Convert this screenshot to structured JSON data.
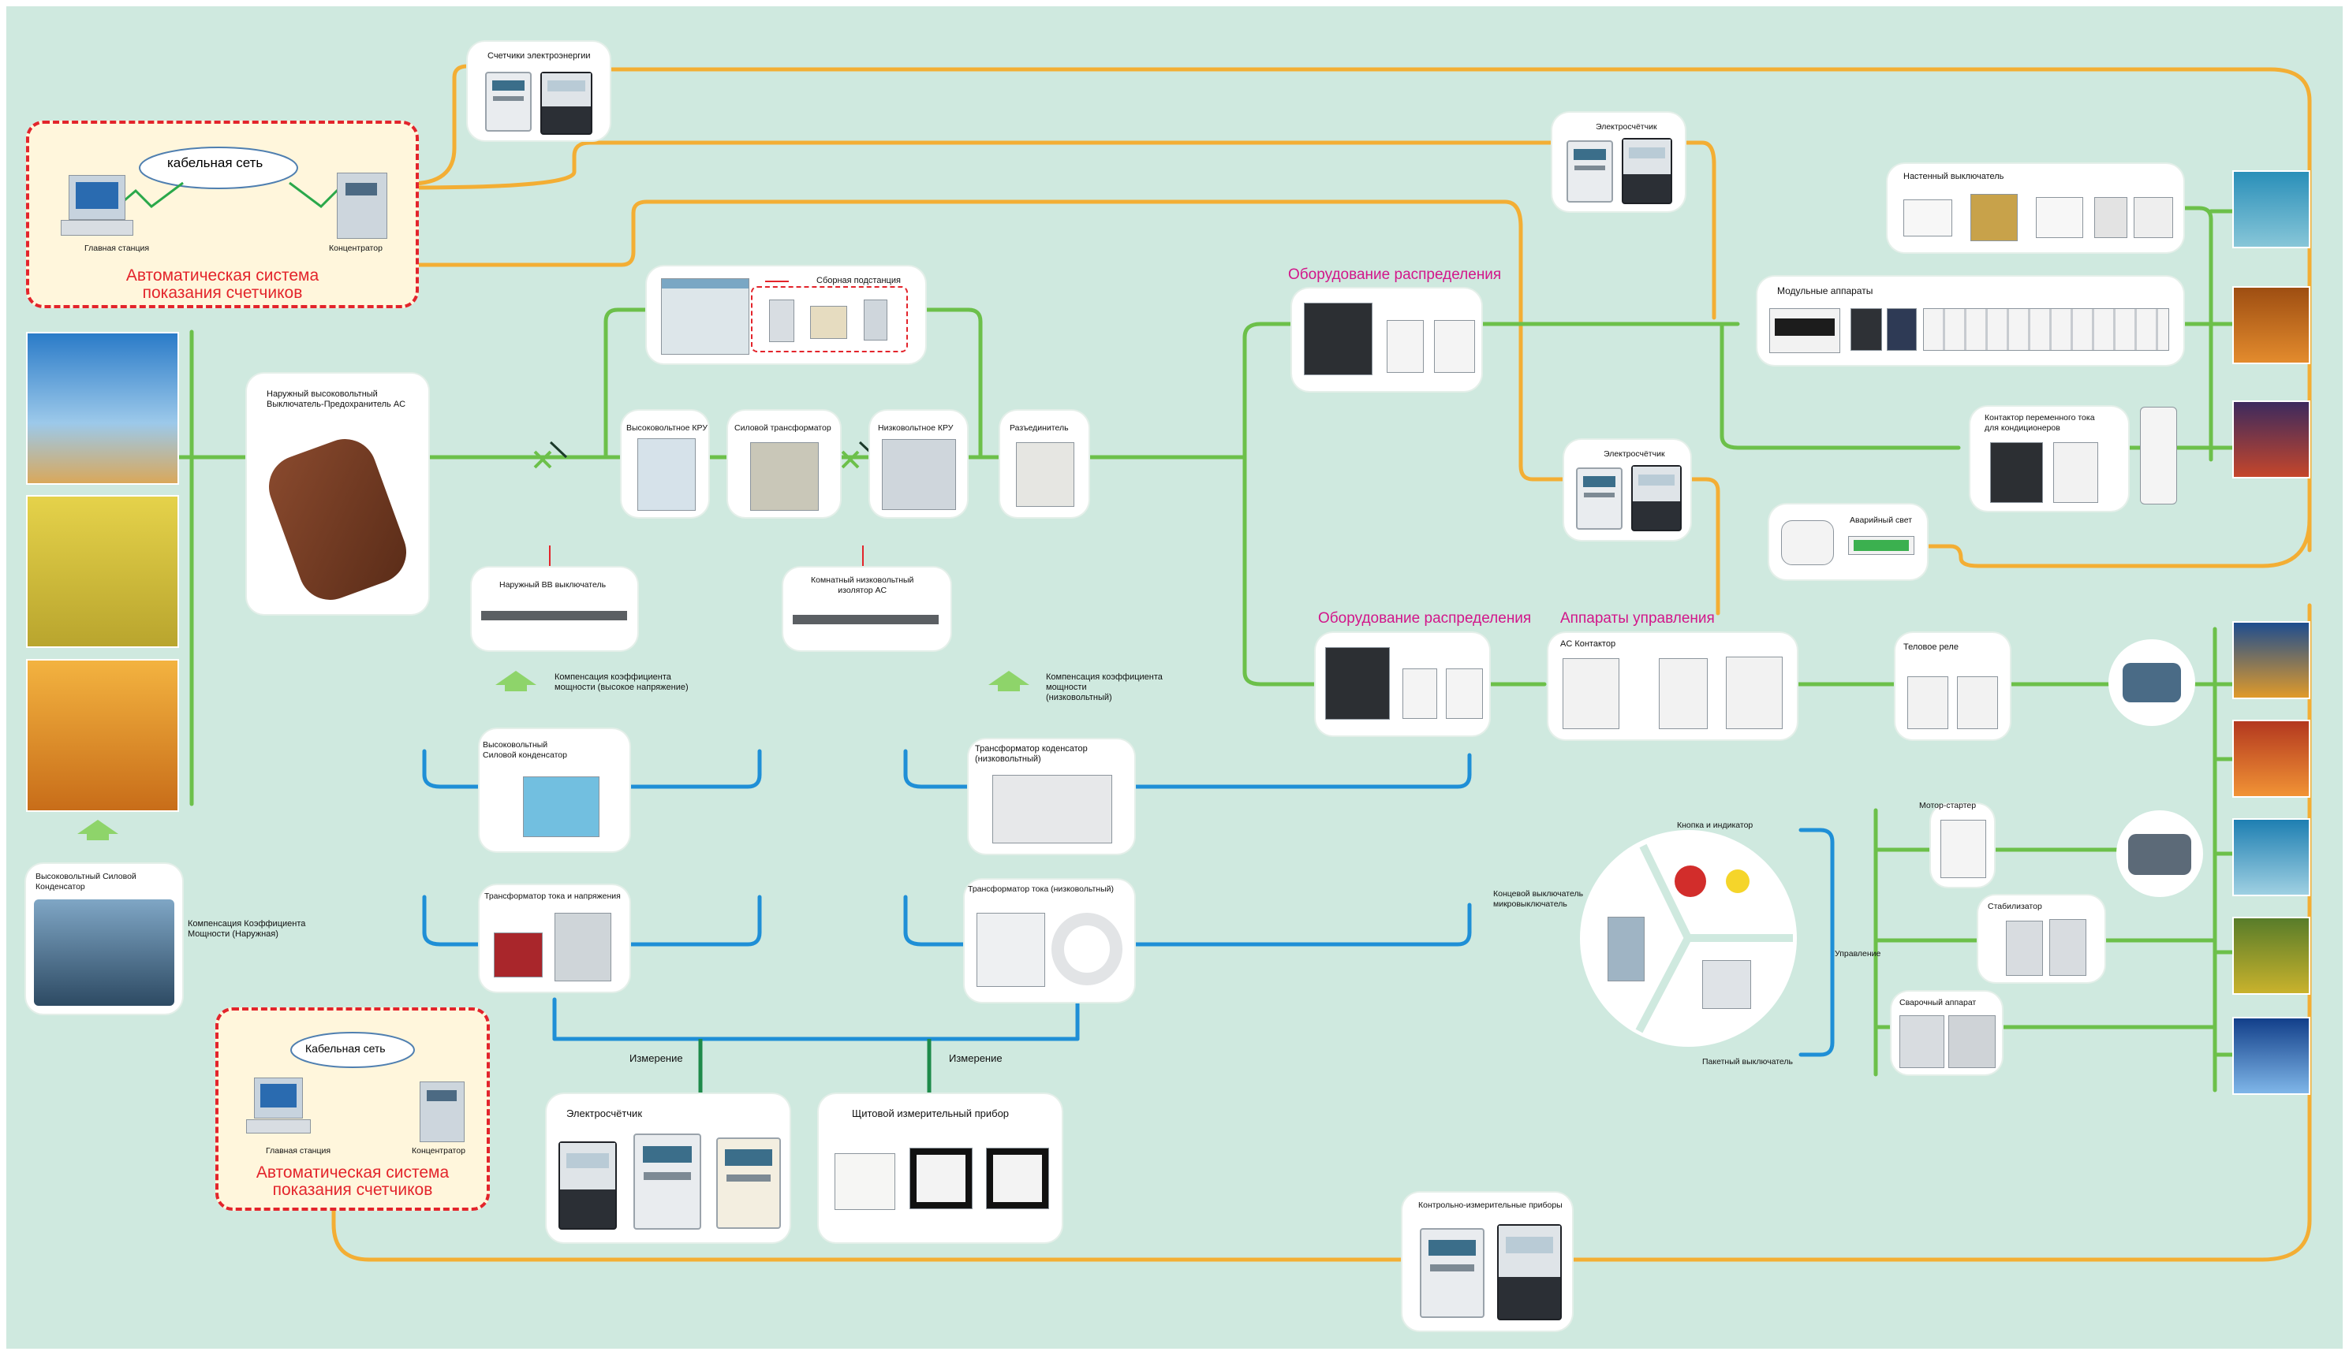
{
  "colors": {
    "background": "#cfe9df",
    "wire_green": "#6cc04a",
    "wire_blue": "#1f8fd6",
    "wire_orange": "#f3ae34",
    "heading_magenta": "#d2168a",
    "ams_red": "#e3242b"
  },
  "ams_top": {
    "cloud_label": "кабельная сеть",
    "station_label": "Главная станция",
    "concentrator_label": "Концентратор",
    "title_line1": "Автоматическая система",
    "title_line2": "показания счетчиков"
  },
  "ams_bottom": {
    "cloud_label": "Кабельная сеть",
    "station_label": "Главная станция",
    "concentrator_label": "Концентратор",
    "title_line1": "Автоматическая система",
    "title_line2": "показания счетчиков"
  },
  "labels": {
    "energy_meters_top": "Счетчики электроэнергии",
    "elektro_meter_1": "Электросчётчик",
    "elektro_meter_2": "Электросчётчик",
    "prefab_substation": "Сборная подстанция",
    "hv_switch_fuse": "Наружный высоковольтный\nВыключатель-Предохранитель AC",
    "hv_kru": "Высоковольтное КРУ",
    "power_transformer": "Силовой трансформатор",
    "lv_kru": "Низковольтное КРУ",
    "disconnector": "Разъединитель",
    "outdoor_vv_switch": "Наружный ВВ выключатель",
    "indoor_lv_isolator": "Комнатный низковольтный\nизолятор AC",
    "comp_hv": "Компенсация коэффициента\nмощности (высокое напряжение)",
    "comp_lv": "Компенсация коэффициента\nмощности\n(низковольтный)",
    "hv_power_capacitor": "Высоковольтный\nСиловой конденсатор",
    "capacitor_transformer": "Трансформатор коденсатор\n(низковольтный)",
    "ct_vt": "Трансформатор тока и напряжения",
    "ct_lv": "Трансформатор тока (низковольтный)",
    "measure_left": "Измерение",
    "measure_right": "Измерение",
    "elektro_meter_bottom": "Электросчётчик",
    "panel_meter": "Щитовой измерительный прибор",
    "control_instruments": "Контрольно-измерительные приборы",
    "hv_capacitor_left": "Высоковольтный Силовой\nКонденсатор",
    "comp_outdoor": "Компенсация Коэффициента\nМощности (Наружная)",
    "distribution_1": "Оборудование распределения",
    "distribution_2": "Оборудование распределения",
    "control_devices": "Аппараты управления",
    "ac_contactor": "AC Контактор",
    "thermal_relay": "Теловое реле",
    "wall_switch": "Настенный выключатель",
    "modular_devices": "Модульные аппараты",
    "ac_contactor_aircon": "Контактор переменного тока\nдля кондиционеров",
    "emergency_light": "Аварийный свет",
    "button_indicator": "Кнопка и индикатор",
    "limit_switch": "Концевой выключатель\nмикровыключатель",
    "package_switch": "Пакетный выключатель",
    "control": "Управление",
    "motor_starter": "Мотор-стартер",
    "stabilizer": "Стабилизатор",
    "welding": "Сварочный аппарат"
  },
  "icons": [
    "computer-icon",
    "meter-icon",
    "cloud-icon",
    "substation-icon",
    "transformer-icon",
    "breaker-icon",
    "motor-icon",
    "photo-thumbnail"
  ]
}
